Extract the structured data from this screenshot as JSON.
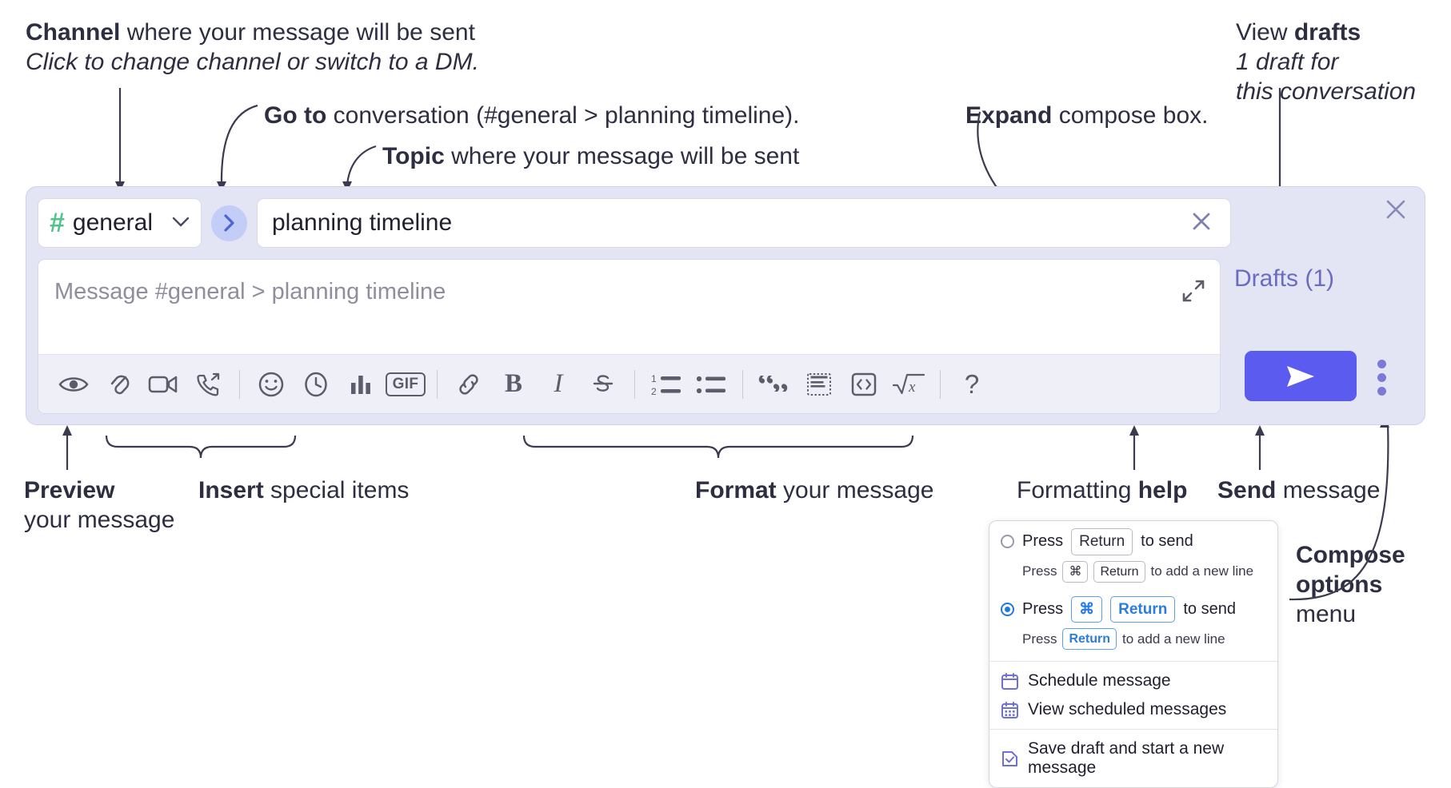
{
  "annotations": {
    "channel": {
      "bold": "Channel",
      "rest": " where your message will be sent",
      "italic": "Click to change channel or switch to a DM."
    },
    "goto": {
      "bold": "Go to",
      "rest": " conversation (#general > planning timeline)."
    },
    "topic": {
      "bold": "Topic",
      "rest": " where your message will be sent"
    },
    "expand": {
      "bold": "Expand",
      "rest": " compose box."
    },
    "drafts": {
      "plain": "View ",
      "bold": "drafts",
      "italic1": "1 draft for",
      "italic2": "this conversation"
    },
    "preview": {
      "bold": "Preview",
      "rest": "your message"
    },
    "insert": {
      "bold": "Insert",
      "rest": " special items"
    },
    "format": {
      "bold": "Format",
      "rest": " your message"
    },
    "help": {
      "plain": "Formatting ",
      "bold": "help"
    },
    "send": {
      "bold": "Send",
      "rest": " message"
    },
    "compose_options": {
      "bold1": "Compose",
      "bold2": "options",
      "rest": "menu"
    }
  },
  "compose": {
    "channel_name": "general",
    "hash_symbol": "#",
    "chevron": "⌄",
    "goto_arrow": "›",
    "topic_value": "planning timeline",
    "message_placeholder": "Message #general > planning timeline",
    "drafts_label": "Drafts (1)",
    "gif_label": "GIF",
    "bold_label": "B",
    "italic_label": "I",
    "help_label": "?",
    "math_label": "x",
    "toolbar_icons": [
      "eye-icon",
      "paperclip-icon",
      "video-icon",
      "phone-forward-icon",
      "emoji-icon",
      "clock-icon",
      "bar-chart-icon",
      "gif-icon",
      "link-icon",
      "bold-icon",
      "italic-icon",
      "strikethrough-icon",
      "ordered-list-icon",
      "bullet-list-icon",
      "blockquote-icon",
      "code-block-icon",
      "inline-code-icon",
      "math-icon",
      "help-icon"
    ],
    "accent_send": "#5b5bef",
    "accent_hash": "#4fc48a",
    "panel_bg": "#e3e5f4"
  },
  "menu": {
    "option1": {
      "press": "Press",
      "key": "Return",
      "tail": "to send",
      "sub_press": "Press",
      "sub_key1": "⌘",
      "sub_key2": "Return",
      "sub_tail": "to add a new line",
      "selected": false
    },
    "option2": {
      "press": "Press",
      "key1": "⌘",
      "key2": "Return",
      "tail": "to send",
      "sub_press": "Press",
      "sub_key": "Return",
      "sub_tail": "to add a new line",
      "selected": true
    },
    "items": [
      {
        "label": "Schedule message",
        "icon": "calendar-icon"
      },
      {
        "label": "View scheduled messages",
        "icon": "calendar-grid-icon"
      },
      {
        "label": "Save draft and start a new message",
        "icon": "save-draft-icon"
      }
    ]
  }
}
